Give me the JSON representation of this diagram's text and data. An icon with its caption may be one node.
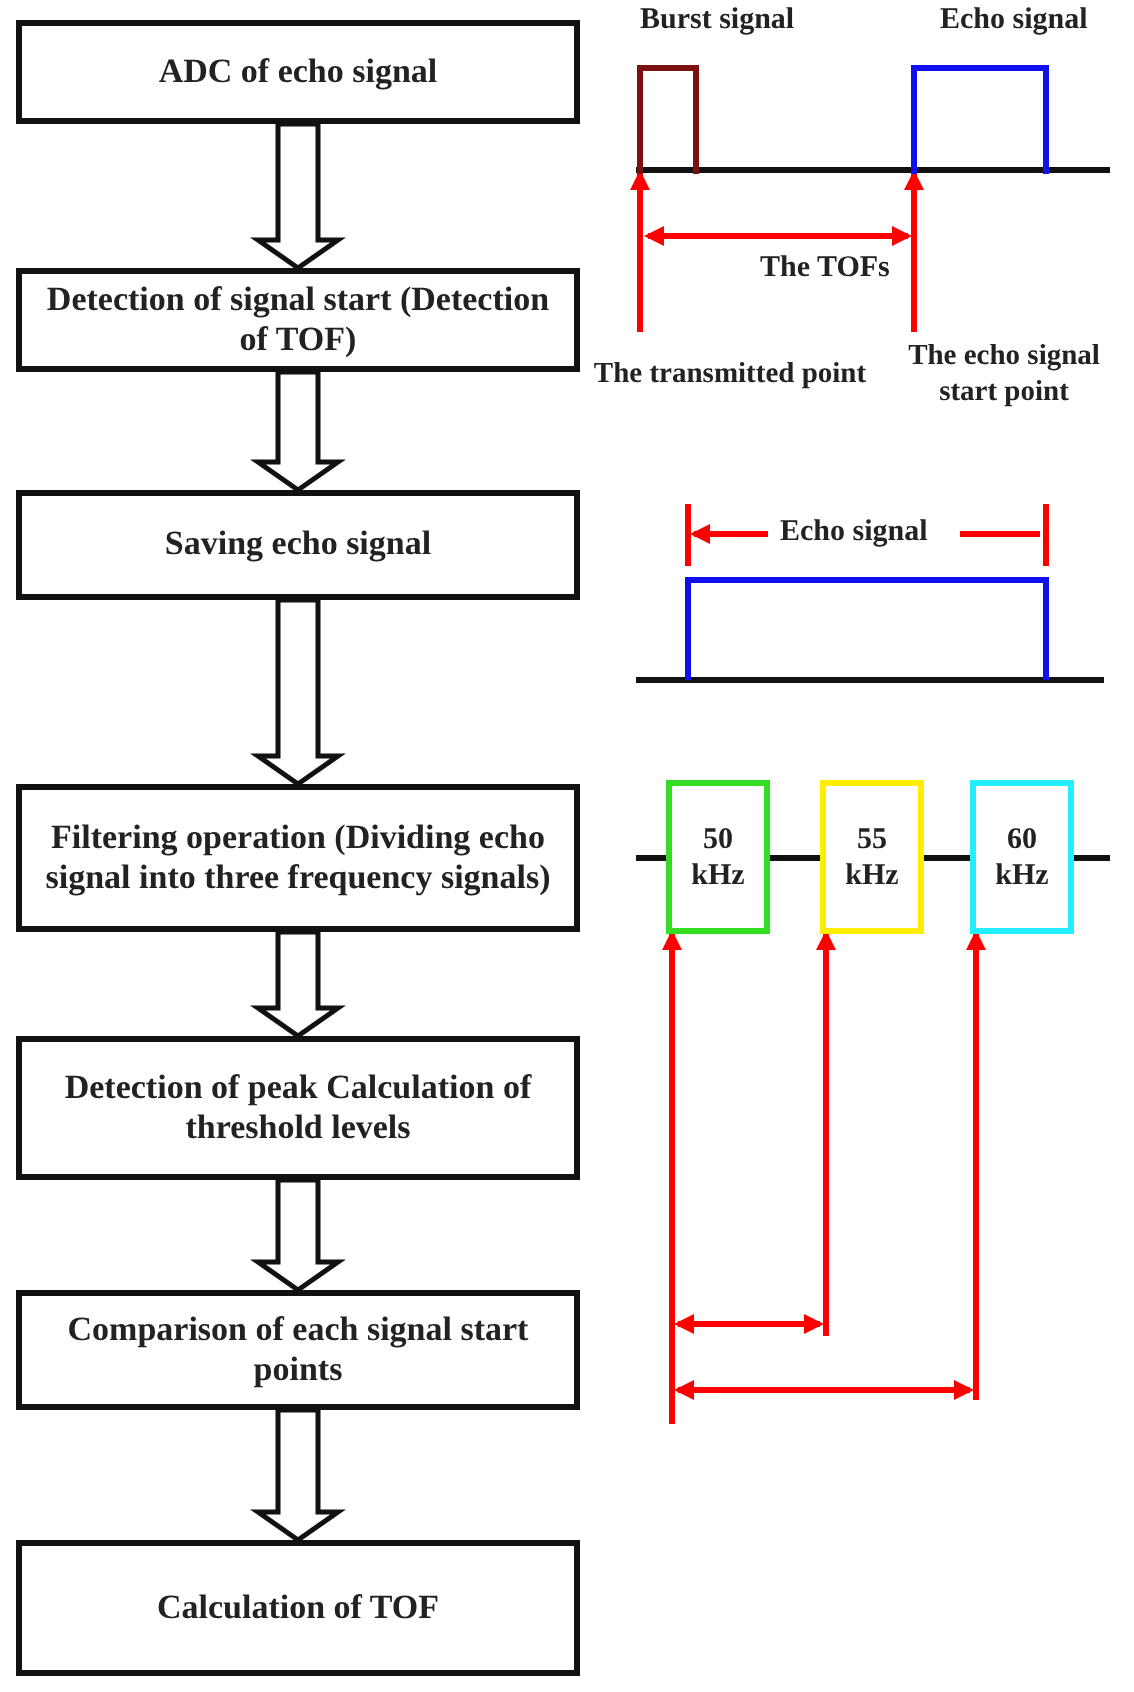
{
  "diagram": {
    "nodes": [
      {
        "text": [
          "ADC of echo signal"
        ]
      },
      {
        "text": [
          "Detection of signal start (Detection of TOF)"
        ]
      },
      {
        "text": [
          "Saving echo signal"
        ]
      },
      {
        "text": [
          "Filtering operation (Dividing echo signal into three frequency signals)"
        ]
      },
      {
        "text": [
          "Detection of peak Calculation of threshold levels"
        ]
      },
      {
        "text": [
          "Comparison of each signal start points"
        ]
      },
      {
        "text": [
          "Calculation of TOF"
        ]
      },
      {
        "text": [
          "50 kHz"
        ]
      },
      {
        "text": [
          "55 kHz"
        ]
      },
      {
        "text": [
          "60 kHz"
        ]
      },
      {
        "text": [
          "The transmitted point"
        ]
      },
      {
        "text": [
          "The echo signal start point"
        ]
      },
      {
        "text": [],
        "shape": "pulse"
      },
      {
        "text": [],
        "shape": "pulse"
      }
    ],
    "edges": [
      {
        "from": 0,
        "to": 1,
        "arrow": "to"
      },
      {
        "from": 1,
        "to": 2,
        "arrow": "to"
      },
      {
        "from": 2,
        "to": 3,
        "arrow": "to"
      },
      {
        "from": 3,
        "to": 4,
        "arrow": "to"
      },
      {
        "from": 4,
        "to": 5,
        "arrow": "to"
      },
      {
        "from": 5,
        "to": 6,
        "arrow": "to"
      },
      {
        "from": 10,
        "to": 12,
        "arrow": "to",
        "color": "#ff0000"
      },
      {
        "from": 11,
        "to": 13,
        "arrow": "to",
        "color": "#ff0000"
      },
      {
        "from": null,
        "to": 7,
        "arrow": "to",
        "color": "#ff0000"
      },
      {
        "from": null,
        "to": 8,
        "arrow": "to",
        "color": "#ff0000"
      },
      {
        "from": null,
        "to": 9,
        "arrow": "to",
        "color": "#ff0000"
      }
    ],
    "labels": [
      "Burst signal",
      "Echo signal",
      "The TOFs",
      "Echo signal"
    ]
  }
}
